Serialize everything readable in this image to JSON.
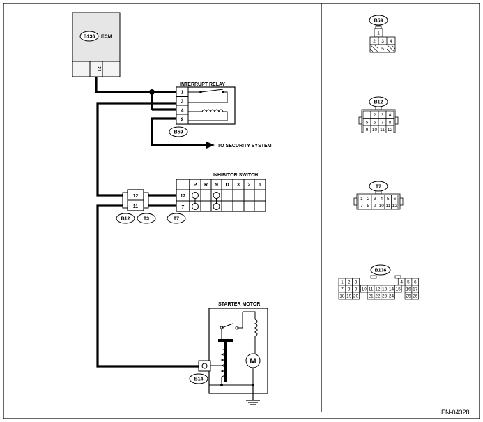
{
  "ecm": {
    "connector": "B136",
    "title": "ECM",
    "pin": "21"
  },
  "interrupt_relay": {
    "title": "INTERRUPT RELAY",
    "pins": [
      "1",
      "3",
      "4",
      "2"
    ],
    "connector": "B59"
  },
  "security": {
    "label": "TO SECURITY SYSTEM"
  },
  "inhibitor_switch": {
    "title": "INHIBITOR SWITCH",
    "positions": [
      "P",
      "R",
      "N",
      "D",
      "3",
      "2",
      "1"
    ],
    "pins": [
      "12",
      "7"
    ]
  },
  "joint_connector": {
    "pins": [
      "12",
      "11"
    ]
  },
  "connector_labels": [
    "B12",
    "T3",
    "T7"
  ],
  "starter_motor": {
    "title": "STARTER MOTOR",
    "motor_symbol": "M",
    "connector": "B14"
  },
  "connector_views": [
    {
      "name": "B59",
      "rows": [
        [
          "1"
        ],
        [
          "2",
          "3",
          "4"
        ],
        [
          "",
          "5",
          ""
        ]
      ]
    },
    {
      "name": "B12",
      "rows": [
        [
          "1",
          "2",
          "3",
          "4"
        ],
        [
          "5",
          "6",
          "7",
          "8"
        ],
        [
          "9",
          "10",
          "11",
          "12"
        ]
      ]
    },
    {
      "name": "T7",
      "rows": [
        [
          "1",
          "2",
          "3",
          "4",
          "5",
          "6"
        ],
        [
          "7",
          "8",
          "9",
          "10",
          "11",
          "12"
        ]
      ]
    },
    {
      "name": "B136",
      "rows": [
        [
          "1",
          "2",
          "3",
          "",
          "",
          "",
          "",
          "",
          "",
          "",
          "4",
          "5",
          "6"
        ],
        [
          "7",
          "8",
          "9",
          "10",
          "11",
          "12",
          "13",
          "14",
          "15",
          "16",
          "17"
        ],
        [
          "18",
          "19",
          "20",
          "",
          "21",
          "22",
          "23",
          "24",
          "",
          "25",
          "26"
        ]
      ]
    }
  ],
  "footer": {
    "code": "EN-04328"
  }
}
